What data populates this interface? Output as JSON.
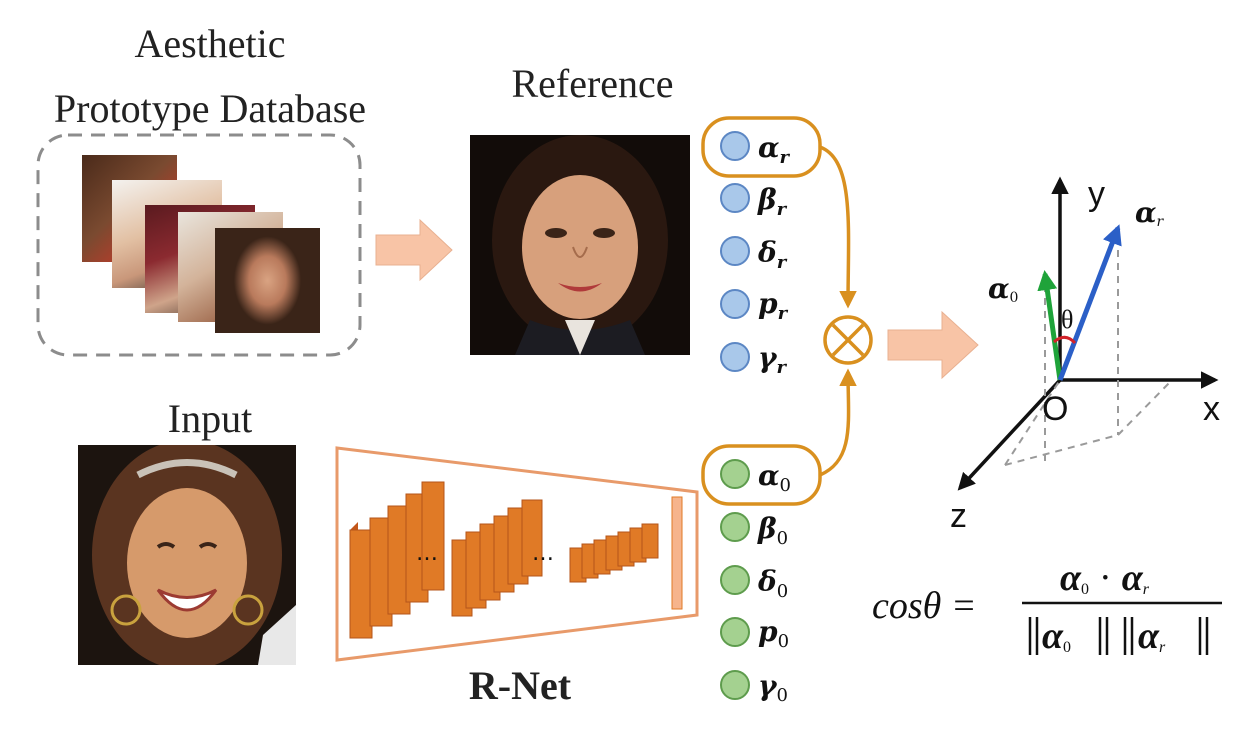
{
  "titles": {
    "database_line1": "Aesthetic",
    "database_line2": "Prototype Database",
    "reference": "Reference",
    "input": "Input",
    "network": "R-Net"
  },
  "reference_params": [
    {
      "symbol": "α",
      "sub": "r"
    },
    {
      "symbol": "β",
      "sub": "r"
    },
    {
      "symbol": "δ",
      "sub": "r"
    },
    {
      "symbol": "p",
      "sub": "r"
    },
    {
      "symbol": "γ",
      "sub": "r"
    }
  ],
  "input_params": [
    {
      "symbol": "α",
      "sub": "0"
    },
    {
      "symbol": "β",
      "sub": "0"
    },
    {
      "symbol": "δ",
      "sub": "0"
    },
    {
      "symbol": "p",
      "sub": "0"
    },
    {
      "symbol": "γ",
      "sub": "0"
    }
  ],
  "network": {
    "ellipsis1": "…",
    "ellipsis2": "…"
  },
  "operator": "⊗",
  "axes": {
    "x": "x",
    "y": "y",
    "z": "z",
    "origin": "O",
    "angle": "θ",
    "vec_input": "α",
    "vec_input_sub": "0",
    "vec_ref": "α",
    "vec_ref_sub": "r"
  },
  "formula": {
    "lhs": "cosθ =",
    "num_a": "α",
    "num_a_sub": "0",
    "dot": "·",
    "num_b": "α",
    "num_b_sub": "r",
    "den_a": "α",
    "den_a_sub": "0",
    "den_b": "α",
    "den_b_sub": "r"
  },
  "colors": {
    "orange": "#E07A26",
    "light_orange_arrow": "#F8C4A6",
    "gold": "#D9901F",
    "blue_dot": "#A9C8EA",
    "blue_dot_stroke": "#5C87C4",
    "green_dot": "#A4D190",
    "green_dot_stroke": "#5E9C4D",
    "vec_green": "#1FA33A",
    "vec_blue": "#2B5FC7",
    "angle_red": "#D2232A"
  }
}
